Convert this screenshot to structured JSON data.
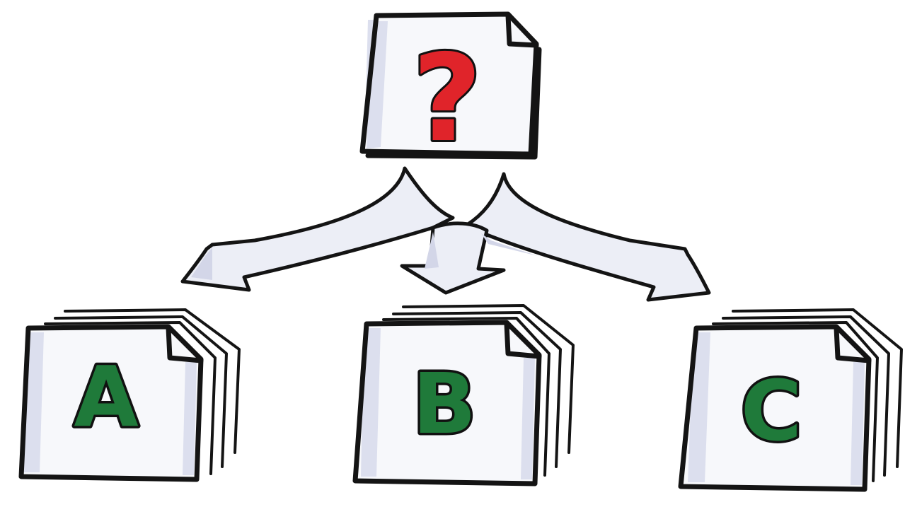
{
  "source_document": {
    "symbol": "?",
    "symbol_color": "#e0242a",
    "icon": "document-question-icon"
  },
  "options": [
    {
      "letter": "A",
      "letter_color": "#1f7a3a",
      "icon": "document-stack-icon"
    },
    {
      "letter": "B",
      "letter_color": "#1f7a3a",
      "icon": "document-stack-icon"
    },
    {
      "letter": "C",
      "letter_color": "#1f7a3a",
      "icon": "document-stack-icon"
    }
  ],
  "arrows": {
    "count": 3,
    "icon": "branching-arrow-icon",
    "fill_color": "#eceef6",
    "outline_color": "#141414"
  },
  "colors": {
    "background": "#ffffff",
    "paper": "#f7f8fb",
    "paper_shade": "#dcdfee",
    "ink": "#141414"
  }
}
